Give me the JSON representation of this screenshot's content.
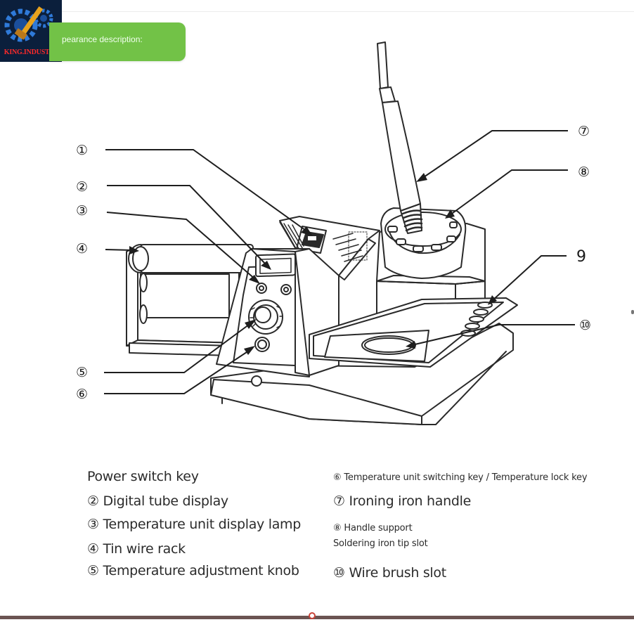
{
  "logo": {
    "text": "KING.INDUSTRY"
  },
  "banner": {
    "text": "pearance description:"
  },
  "callouts": {
    "c1": "①",
    "c2": "②",
    "c3": "③",
    "c4": "④",
    "c5": "⑤",
    "c6": "⑥",
    "c7": "⑦",
    "c8": "⑧",
    "c9": "9",
    "c10": "⑩"
  },
  "legend": {
    "item1": "Power switch key",
    "item2": "② Digital tube display",
    "item3": "③ Temperature unit display lamp",
    "item4": "④ Tin wire rack",
    "item5": "⑤ Temperature adjustment knob",
    "item6": "⑥ Temperature unit switching key / Temperature lock key",
    "item7": "⑦ Ironing iron handle",
    "item8a": "⑧ Handle support",
    "item8b": "Soldering iron tip slot",
    "item10": "⑩ Wire brush slot"
  },
  "colors": {
    "banner": "#72c247",
    "bottom_bar": "#6b5452",
    "logo_text": "#ff2a2a"
  }
}
